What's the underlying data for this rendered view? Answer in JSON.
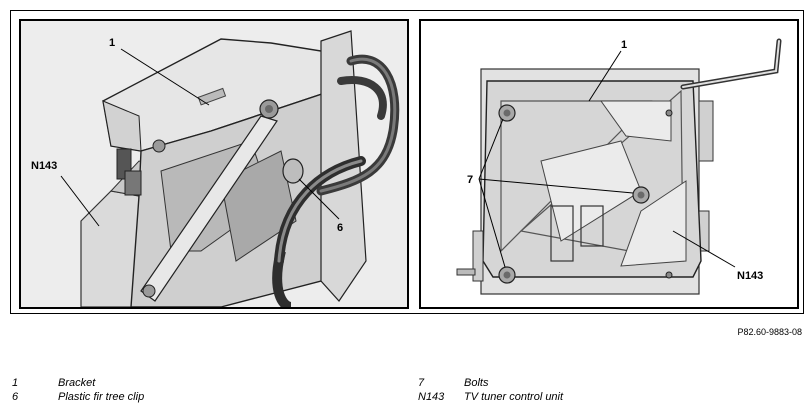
{
  "callouts": {
    "left_bracket": "1",
    "left_clip": "6",
    "left_unit": "N143",
    "right_bracket": "1",
    "right_bolts": "7",
    "right_unit": "N143"
  },
  "reference_code": "P82.60-9883-08",
  "legend": {
    "left": [
      {
        "num": "1",
        "text": "Bracket"
      },
      {
        "num": "6",
        "text": "Plastic fir tree clip"
      }
    ],
    "right": [
      {
        "num": "7",
        "text": "Bolts"
      },
      {
        "num": "N143",
        "text": "TV tuner control unit"
      }
    ]
  }
}
